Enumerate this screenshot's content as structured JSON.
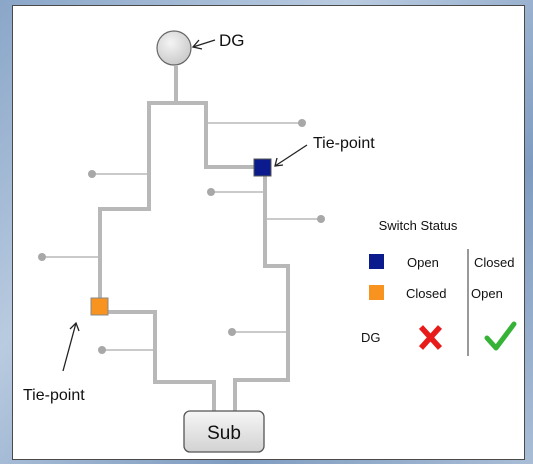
{
  "labels": {
    "dg_top": "DG",
    "tie_point_top": "Tie-point",
    "tie_point_bottom": "Tie-point",
    "substation": "Sub"
  },
  "legend": {
    "title": "Switch Status",
    "header_open": "Open",
    "header_closed": "Closed",
    "row_blue_label": "Closed",
    "row_orange_label": "Open",
    "row_dg_label": "DG",
    "row_dg_open_icon": "red-x-icon",
    "row_dg_closed_icon": "green-check-icon"
  },
  "colors": {
    "line": "#b8b8b8",
    "open_switch": "#0b1a8c",
    "closed_switch": "#f7931e",
    "cross": "#e81b1b",
    "check": "#36b336"
  }
}
